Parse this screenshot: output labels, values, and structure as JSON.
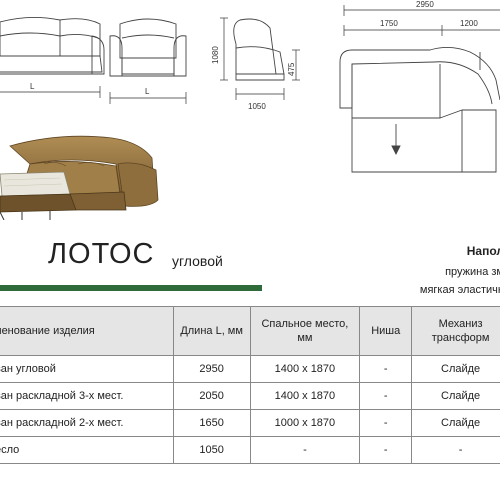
{
  "dimensions": {
    "length_label": "L",
    "armchair_length_label": "L",
    "height": "1080",
    "depth": "1050",
    "seat_height": "475",
    "corner_total": "2950",
    "corner_left": "1750",
    "corner_right": "1200"
  },
  "title": {
    "main": "ЛОТОС",
    "sub": "угловой"
  },
  "filling": {
    "heading": "Напол",
    "lines": [
      "пружина зм",
      "мягкая эластичн"
    ]
  },
  "table": {
    "headers": [
      "менование изделия",
      "Длина L, мм",
      "Спальное место, мм",
      "Ниша",
      "Механиз трансформ"
    ],
    "rows": [
      [
        "ван угловой",
        "2950",
        "1400 x 1870",
        "-",
        "Слайде"
      ],
      [
        "ван раскладной 3-х мест.",
        "2050",
        "1400 x 1870",
        "-",
        "Слайде"
      ],
      [
        "ван раскладной 2-х мест.",
        "1650",
        "1000 x 1870",
        "-",
        "Слайде"
      ],
      [
        "есло",
        "1050",
        "-",
        "-",
        "-"
      ]
    ]
  },
  "colors": {
    "accent_bar": "#2f6a3a",
    "sofa_fabric": "#9a7a45",
    "header_bg": "#e5e5e5"
  }
}
